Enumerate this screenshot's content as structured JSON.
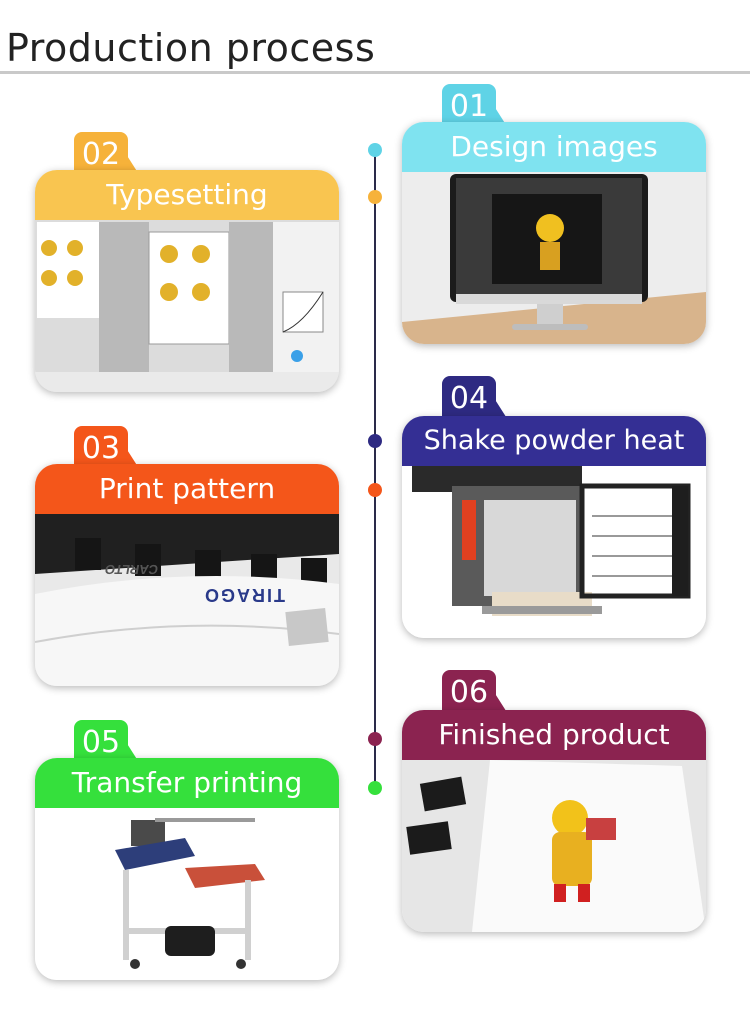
{
  "title": "Production process",
  "colors": {
    "step01": "#5fd3e6",
    "step02": "#f6b23a",
    "step03": "#f4561a",
    "step04": "#2e2a82",
    "step05": "#35e03c",
    "step06": "#8b2350",
    "timeline": "#2a2a4a"
  },
  "steps": [
    {
      "number": "01",
      "label": "Design images",
      "image": "monitor-with-design-image"
    },
    {
      "number": "02",
      "label": "Typesetting",
      "image": "typesetting-software-screen"
    },
    {
      "number": "03",
      "label": "Print pattern",
      "image": "printer-print-head"
    },
    {
      "number": "04",
      "label": "Shake powder heat",
      "image": "powder-shaker-machine"
    },
    {
      "number": "05",
      "label": "Transfer printing",
      "image": "heat-press-machine"
    },
    {
      "number": "06",
      "label": "Finished product",
      "image": "printed-t-shirt"
    }
  ],
  "printer_text": {
    "brand_left": "CARLTO",
    "brand_right": "TIRAGO"
  }
}
